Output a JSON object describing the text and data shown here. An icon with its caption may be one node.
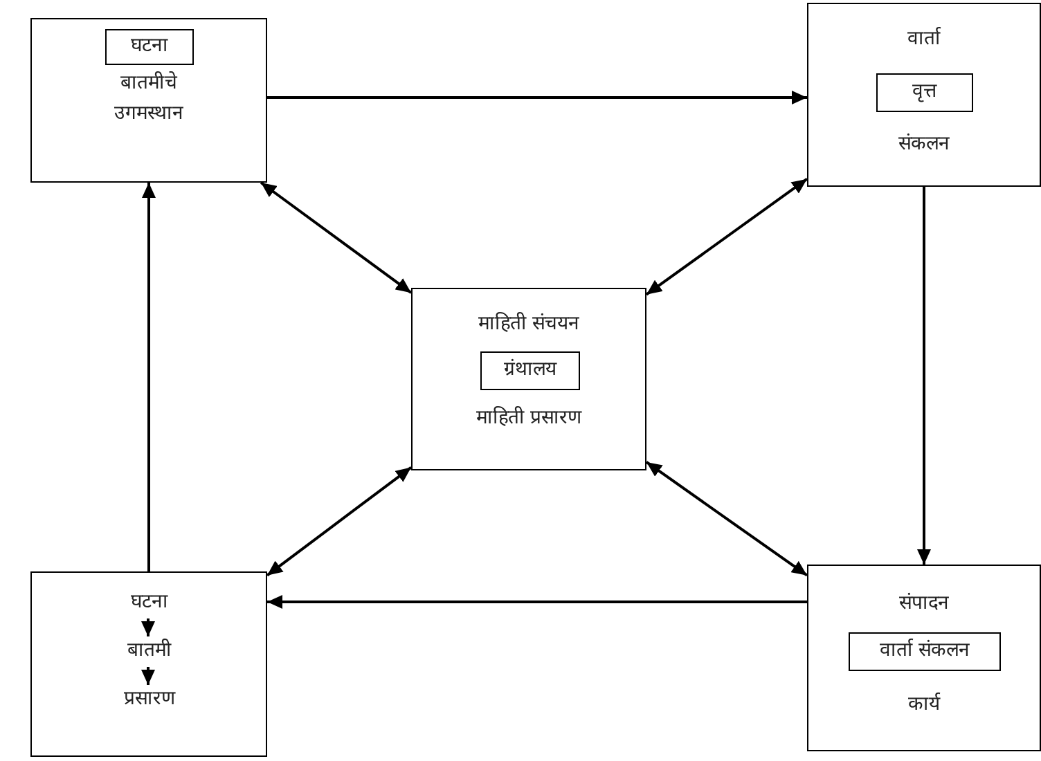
{
  "diagram": {
    "nodes": [
      {
        "text": [
          "बातमीचे उगमस्थान"
        ]
      },
      {
        "text": [
          "घटना"
        ],
        "in": 0
      },
      {
        "text": [
          "वार्ता",
          "संकलन"
        ]
      },
      {
        "text": [
          "वृत्त"
        ],
        "in": 2
      },
      {
        "text": [
          "माहिती संचयन",
          "माहिती प्रसारण"
        ]
      },
      {
        "text": [
          "ग्रंथालय"
        ],
        "in": 4
      },
      {
        "text": [],
        "shape": "box"
      },
      {
        "text": [
          "घटना"
        ],
        "in": 6
      },
      {
        "text": [
          "बातमी"
        ],
        "in": 6
      },
      {
        "text": [
          "प्रसारण"
        ],
        "in": 6
      },
      {
        "text": [
          "संपादन",
          "कार्य"
        ]
      },
      {
        "text": [
          "वार्ता संकलन"
        ],
        "in": 10
      }
    ],
    "edges": [
      {
        "from": 0,
        "to": 2,
        "arrow": "to"
      },
      {
        "from": 2,
        "to": 10,
        "arrow": "to"
      },
      {
        "from": 10,
        "to": 6,
        "arrow": "to"
      },
      {
        "from": 6,
        "to": 0,
        "arrow": "to"
      },
      {
        "from": 0,
        "to": 4,
        "arrow": "both"
      },
      {
        "from": 2,
        "to": 4,
        "arrow": "both"
      },
      {
        "from": 6,
        "to": 4,
        "arrow": "both"
      },
      {
        "from": 10,
        "to": 4,
        "arrow": "both"
      },
      {
        "from": 7,
        "to": 8,
        "arrow": "to"
      },
      {
        "from": 8,
        "to": 9,
        "arrow": "to"
      }
    ]
  }
}
